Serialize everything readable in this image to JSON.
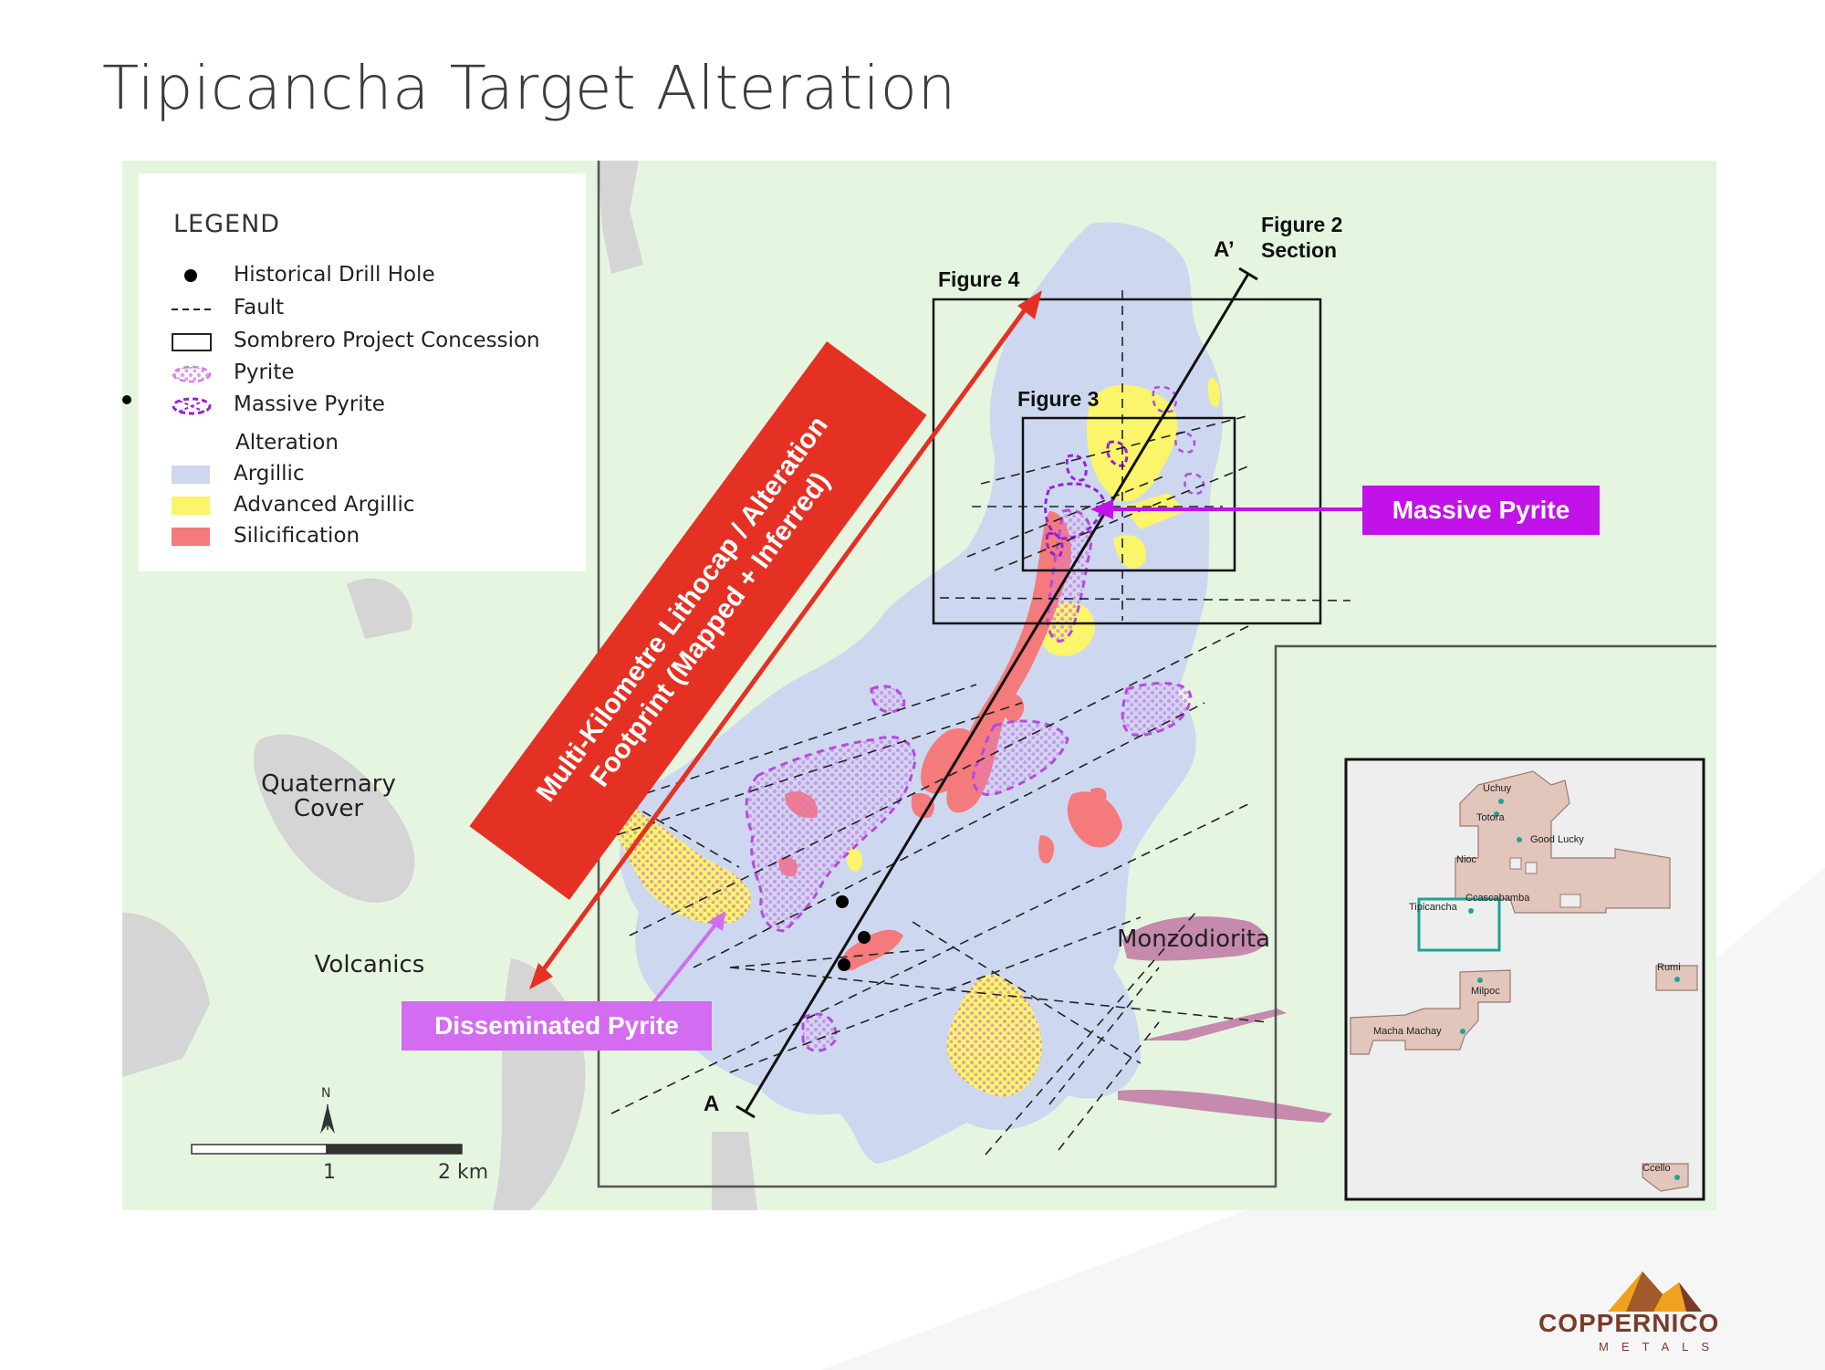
{
  "title": "Tipicancha Target Alteration",
  "legend": {
    "heading": "LEGEND",
    "items": [
      {
        "symbol": "drill-hole",
        "label": "Historical Drill Hole"
      },
      {
        "symbol": "fault",
        "label": "Fault"
      },
      {
        "symbol": "concession",
        "label": "Sombrero Project Concession"
      },
      {
        "symbol": "pyrite",
        "label": "Pyrite"
      },
      {
        "symbol": "massive-pyrite",
        "label": "Massive Pyrite"
      }
    ],
    "alteration_heading": "Alteration",
    "alteration": [
      {
        "label": "Argillic",
        "color": "#cdd8f0"
      },
      {
        "label": "Advanced Argillic",
        "color": "#faf56a"
      },
      {
        "label": "Silicification",
        "color": "#f47a7c"
      }
    ]
  },
  "map_labels": {
    "quaternary_cover": "Quaternary\nCover",
    "volcanics": "Volcanics",
    "monzodiorita": "Monzodiorita"
  },
  "figures": {
    "figure4": "Figure 4",
    "figure3": "Figure 3",
    "figure2": "Figure 2\nSection",
    "section_start": "A",
    "section_end": "A’"
  },
  "callouts": {
    "lithocap": "Multi-Kilometre Lithocap / Alteration\nFootprint (Mapped + Inferred)",
    "massive_pyrite": "Massive Pyrite",
    "disseminated_pyrite": "Disseminated Pyrite"
  },
  "scale": {
    "north": "N",
    "mid": "1",
    "end": "2 km"
  },
  "inset": {
    "labels": [
      "Uchuy",
      "Totora",
      "Good Lucky",
      "Nioc",
      "Ccascabamba",
      "Tipicancha",
      "Rumi",
      "Milpoc",
      "Macha Machay",
      "Ccello"
    ]
  },
  "colors": {
    "background_green": "#e6f5e0",
    "argillic": "#cdd8f0",
    "advanced_argillic": "#faf56a",
    "silicification": "#f47a7c",
    "pyrite": "#b54ae0",
    "callout_red": "#e53123",
    "callout_magenta": "#c112e8",
    "callout_violet": "#d36cf0",
    "monzodiorite": "#c58aad",
    "inset_concession": "#e2c6bb",
    "inset_highlight": "#1fa399"
  },
  "logo": {
    "name": "COPPERNICO",
    "sub": "METALS"
  }
}
